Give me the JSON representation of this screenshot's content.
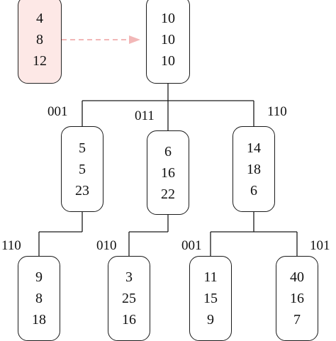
{
  "colors": {
    "line": "#1a1a1a",
    "highlight_fill": "#fde8e6",
    "dashed_arrow": "#f2b7b7"
  },
  "nodes": {
    "highlight": {
      "values": [
        "4",
        "8",
        "12"
      ]
    },
    "root": {
      "values": [
        "10",
        "10",
        "10"
      ]
    },
    "a": {
      "values": [
        "5",
        "5",
        "23"
      ],
      "label": "001"
    },
    "b": {
      "values": [
        "6",
        "16",
        "22"
      ],
      "label": "011"
    },
    "c": {
      "values": [
        "14",
        "18",
        "6"
      ],
      "label": "110"
    },
    "a1": {
      "values": [
        "9",
        "8",
        "18"
      ],
      "label": "110"
    },
    "b1": {
      "values": [
        "3",
        "25",
        "16"
      ],
      "label": "010"
    },
    "c1": {
      "values": [
        "11",
        "15",
        "9"
      ],
      "label": "001"
    },
    "c2": {
      "values": [
        "40",
        "16",
        "7"
      ],
      "label": "101"
    }
  }
}
